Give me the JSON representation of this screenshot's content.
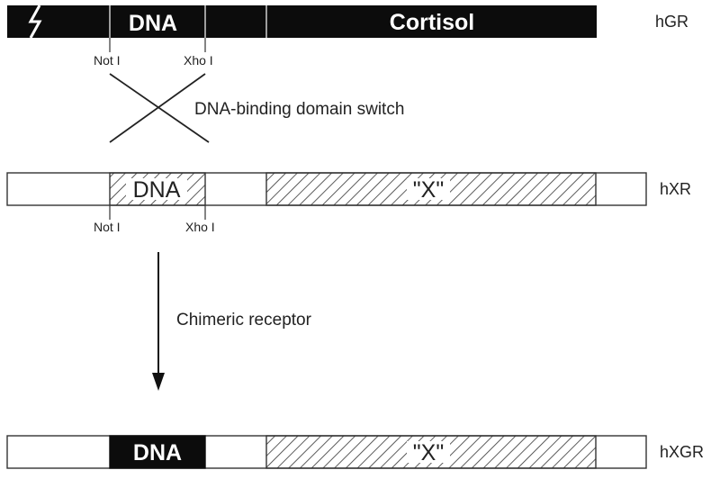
{
  "receptors": {
    "hgr": {
      "name": "hGR",
      "dna_domain": "DNA",
      "ligand_domain": "Cortisol"
    },
    "hxr": {
      "name": "hXR",
      "dna_domain": "DNA",
      "ligand_domain": "\"X\""
    },
    "hxgr": {
      "name": "hXGR",
      "dna_domain": "DNA",
      "ligand_domain": "\"X\""
    }
  },
  "sites": {
    "top_not": "Not I",
    "top_xho": "Xho I",
    "mid_not": "Not I",
    "mid_xho": "Xho I"
  },
  "annotations": {
    "switch": "DNA-binding domain switch",
    "chimeric": "Chimeric receptor"
  }
}
